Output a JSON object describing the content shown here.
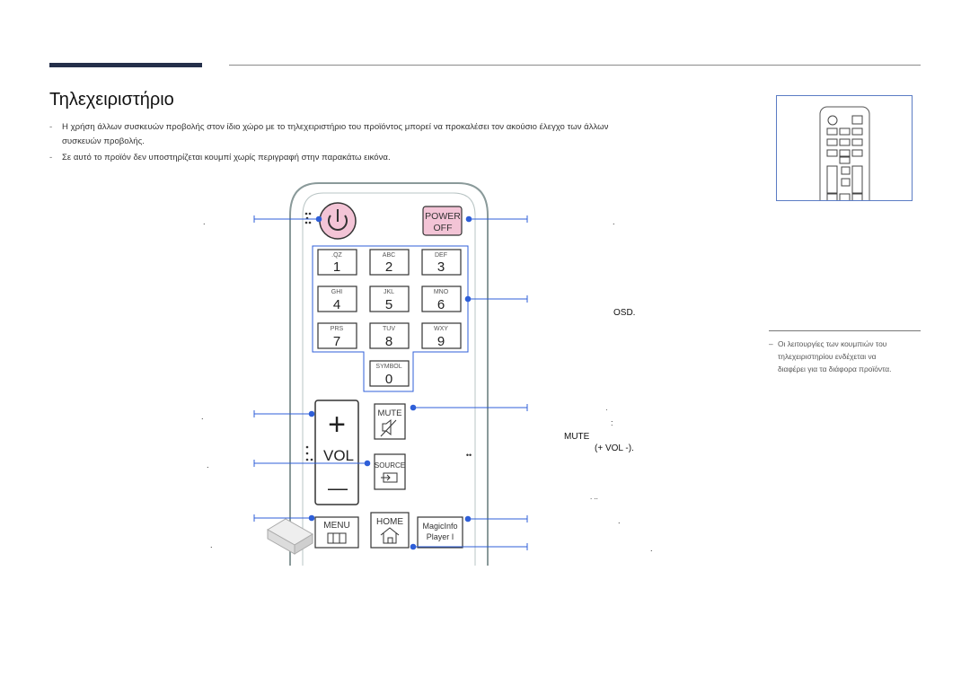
{
  "page": {
    "title": "Τηλεχειριστήριο",
    "notes": [
      {
        "bullet": "-",
        "lines": [
          "Η χρήση άλλων συσκευών προβολής στον ίδιο χώρο με το τηλεχειριστήριο του προϊόντος μπορεί να προκαλέσει τον ακούσιο έλεγχο των άλλων",
          "συσκευών προβολής."
        ]
      },
      {
        "bullet": "-",
        "lines": [
          "Σε αυτό το προϊόν δεν υποστηρίζεται κουμπί χωρίς περιγραφή στην παρακάτω εικόνα."
        ]
      }
    ],
    "side_note": {
      "dash": "–",
      "lines": [
        "Οι λειτουργίες των κουμπιών του",
        "τηλεχειριστηρίου ενδέχεται να",
        "διαφέρει για τα διάφορα προϊόντα."
      ]
    }
  },
  "remote": {
    "power_off": [
      "POWER",
      "OFF"
    ],
    "keys": [
      {
        "letters": ".QZ",
        "digit": "1"
      },
      {
        "letters": "ABC",
        "digit": "2"
      },
      {
        "letters": "DEF",
        "digit": "3"
      },
      {
        "letters": "GHI",
        "digit": "4"
      },
      {
        "letters": "JKL",
        "digit": "5"
      },
      {
        "letters": "MNO",
        "digit": "6"
      },
      {
        "letters": "PRS",
        "digit": "7"
      },
      {
        "letters": "TUV",
        "digit": "8"
      },
      {
        "letters": "WXY",
        "digit": "9"
      },
      {
        "letters": "SYMBOL",
        "digit": "0"
      }
    ],
    "vol_plus": "+",
    "vol_label": "VOL",
    "vol_minus": "—",
    "mute_label": "MUTE",
    "source_label": "SOURCE",
    "menu_label": "MENU",
    "home_label": "HOME",
    "magicinfo": [
      "MagicInfo",
      "Player I"
    ],
    "dots": "••"
  },
  "callouts": {
    "left_power": ".",
    "left_volup": ".",
    "left_voldown": ".",
    "left_menu": ".",
    "right_power_off": ".",
    "right_numbers": "OSD.",
    "right_mute_1": "·",
    "right_mute_2": ":",
    "right_mute_3": "MUTE",
    "right_mute_4": "(+ VOL -).",
    "right_source": ". ..",
    "right_magicinfo": ".",
    "right_home": "."
  },
  "colors": {
    "accent_bar": "#242f4a",
    "callout_blue": "#2f5fd8",
    "power_pink": "#f3c4d6",
    "thumb_border": "#5b7cc4"
  }
}
